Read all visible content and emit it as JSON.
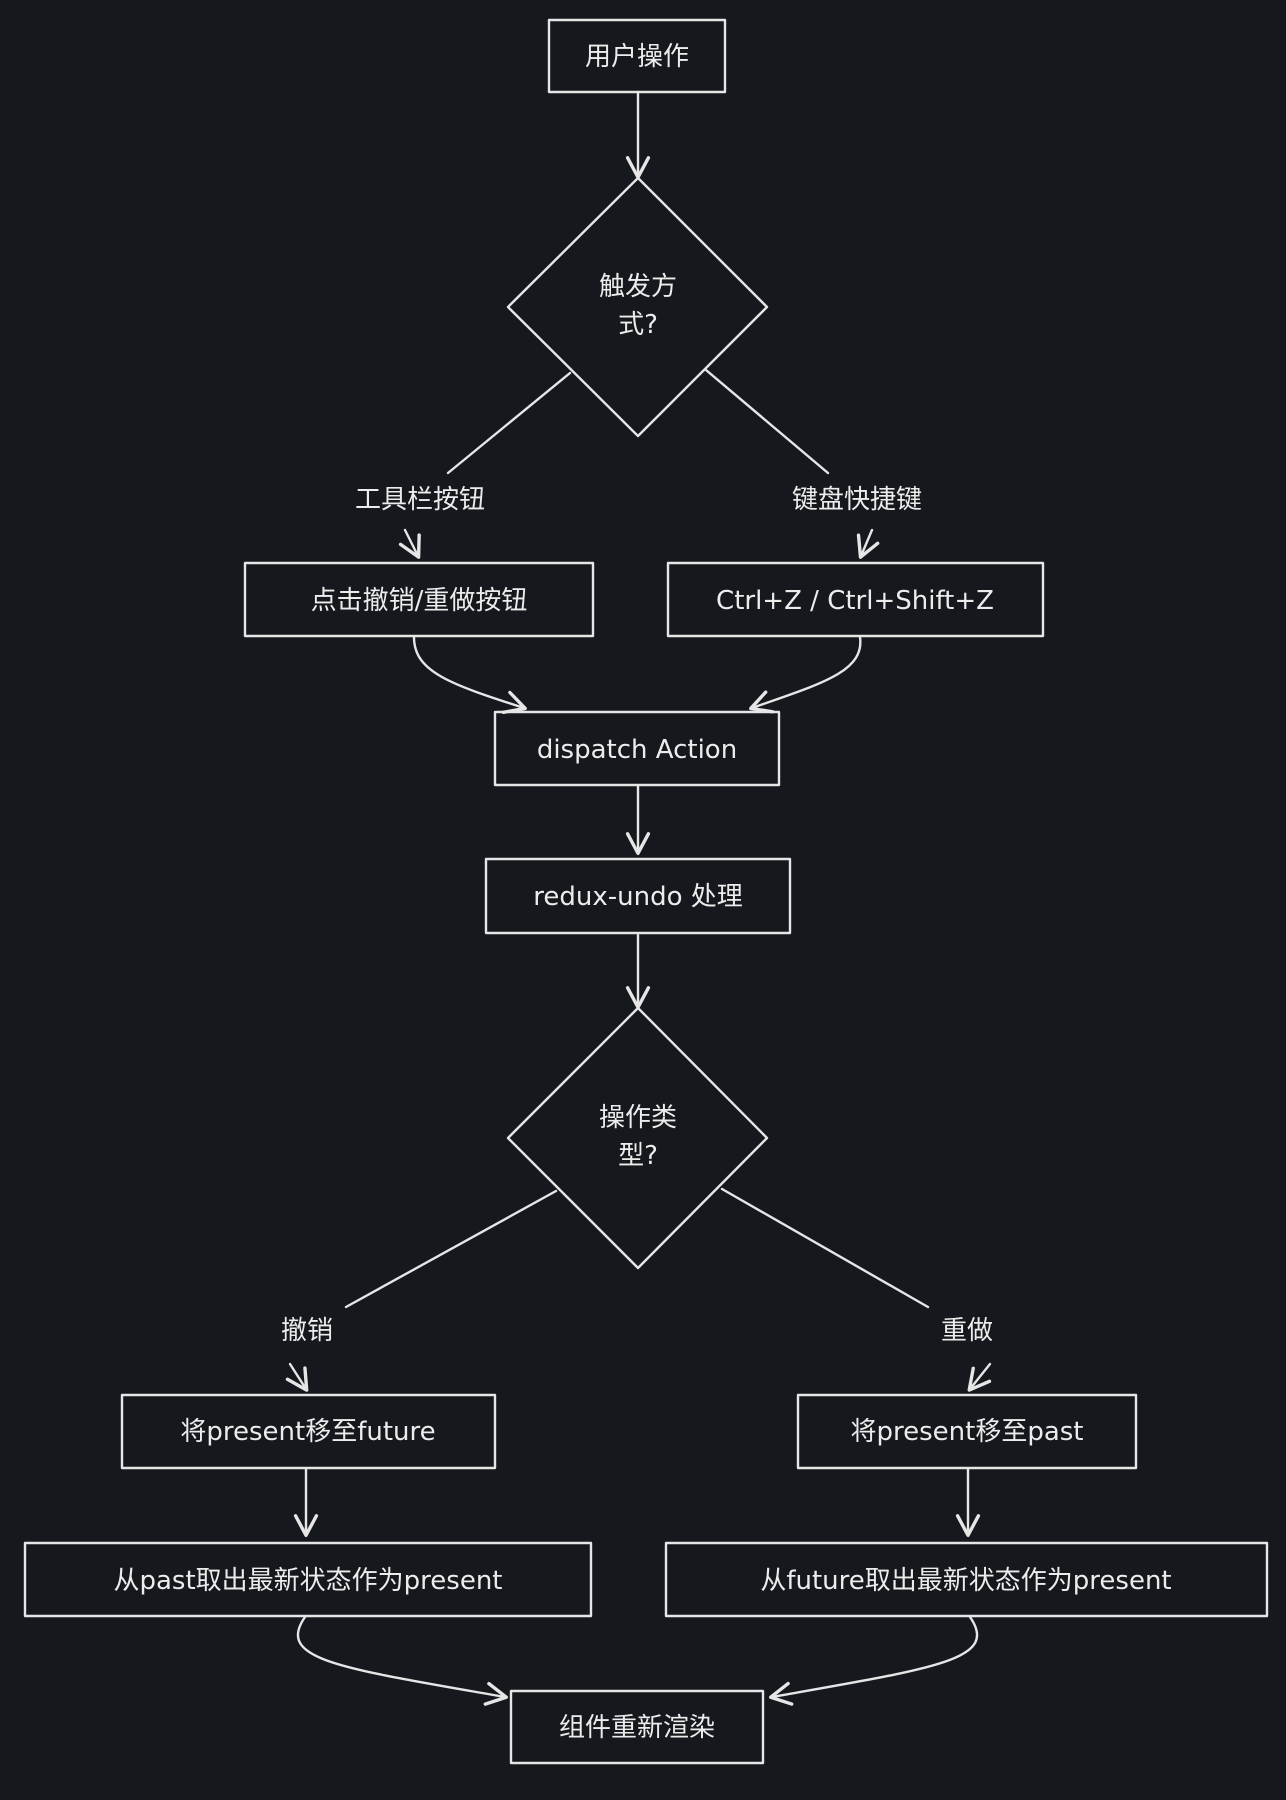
{
  "colors": {
    "background": "#15181d",
    "stroke": "#e6e6e6",
    "text": "#ececec"
  },
  "nodes": {
    "user_action": "用户操作",
    "trigger_decision_line1": "触发方",
    "trigger_decision_line2": "式?",
    "click_undo_redo": "点击撤销/重做按钮",
    "keyboard_shortcut": "Ctrl+Z / Ctrl+Shift+Z",
    "dispatch_action": "dispatch Action",
    "redux_undo": "redux-undo 处理",
    "op_type_decision_line1": "操作类",
    "op_type_decision_line2": "型?",
    "present_to_future": "将present移至future",
    "present_to_past": "将present移至past",
    "past_to_present": "从past取出最新状态作为present",
    "future_to_present": "从future取出最新状态作为present",
    "rerender": "组件重新渲染"
  },
  "edge_labels": {
    "toolbar_button": "工具栏按钮",
    "keyboard_shortcut": "键盘快捷键",
    "undo": "撤销",
    "redo": "重做"
  }
}
